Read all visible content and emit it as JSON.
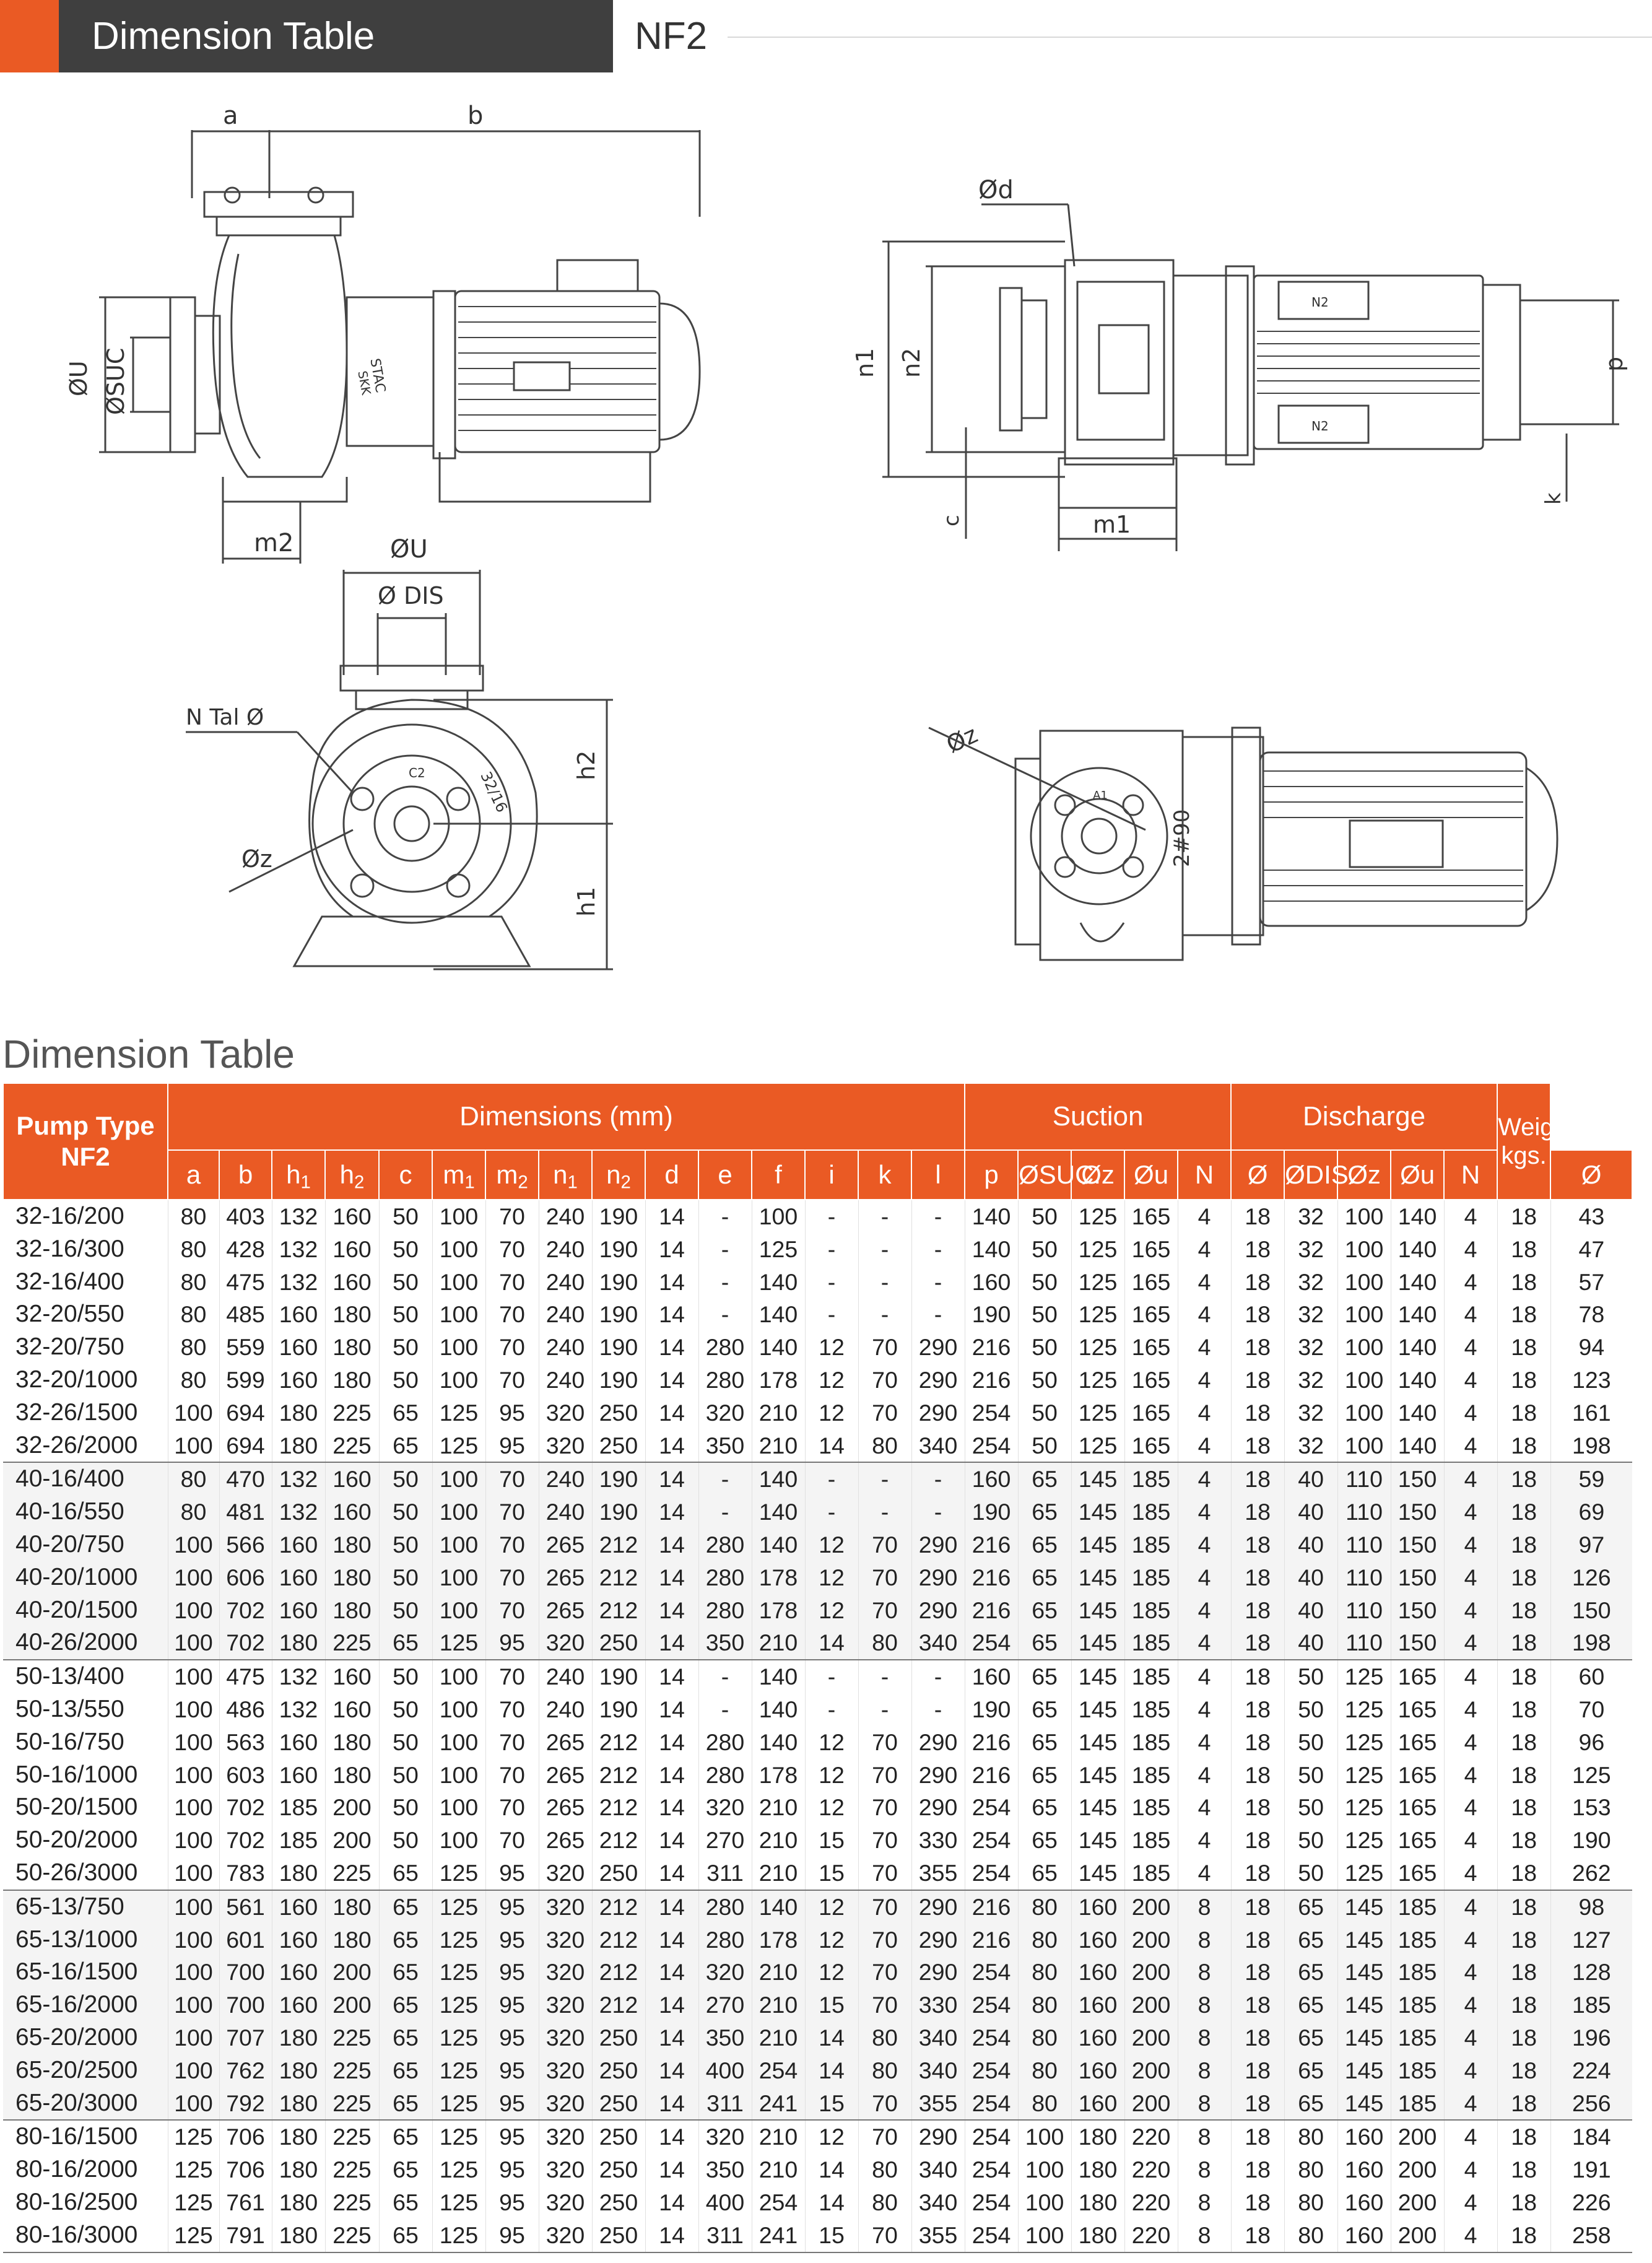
{
  "header": {
    "title": "Dimension Table",
    "model": "NF2"
  },
  "drawings": {
    "side_view": {
      "labels": [
        "a",
        "b",
        "ØU",
        "ØSUC",
        "m2",
        "STAC",
        "SKK"
      ]
    },
    "top_view": {
      "labels": [
        "Ød",
        "n1",
        "n2",
        "c",
        "m1",
        "p",
        "k",
        "N2",
        "N2"
      ]
    },
    "front_view": {
      "labels": [
        "ØU",
        "Ø DIS",
        "N Tal Ø",
        "Øz",
        "h2",
        "h1",
        "32/16",
        "C2"
      ]
    },
    "iso_view": {
      "labels": [
        "Øz",
        "2#90",
        "A1"
      ]
    }
  },
  "section_title": "Dimension Table",
  "table": {
    "pump_type_label": "Pump Type",
    "pump_type_model": "NF2",
    "group_dimensions": "Dimensions (mm)",
    "group_suction": "Suction",
    "group_discharge": "Discharge",
    "weight_label_1": "Weight",
    "weight_label_2": "kgs.",
    "col_a": "a",
    "col_b": "b",
    "col_h": "h",
    "col_h1_sub": "1",
    "col_h2_sub": "2",
    "col_c": "c",
    "col_m": "m",
    "col_m1_sub": "1",
    "col_m2_sub": "2",
    "col_n": "n",
    "col_n1_sub": "1",
    "col_n2_sub": "2",
    "col_d": "d",
    "col_e": "e",
    "col_f": "f",
    "col_i": "i",
    "col_k": "k",
    "col_l": "l",
    "col_p": "p",
    "col_suc": "ØSUC.",
    "col_z": "Øz",
    "col_u": "Øu",
    "col_N": "N",
    "col_o": "Ø",
    "col_dis": "ØDIS.",
    "rows": [
      [
        "32-16/200",
        "80",
        "403",
        "132",
        "160",
        "50",
        "100",
        "70",
        "240",
        "190",
        "14",
        "-",
        "100",
        "-",
        "-",
        "-",
        "140",
        "50",
        "125",
        "165",
        "4",
        "18",
        "32",
        "100",
        "140",
        "4",
        "18",
        "43"
      ],
      [
        "32-16/300",
        "80",
        "428",
        "132",
        "160",
        "50",
        "100",
        "70",
        "240",
        "190",
        "14",
        "-",
        "125",
        "-",
        "-",
        "-",
        "140",
        "50",
        "125",
        "165",
        "4",
        "18",
        "32",
        "100",
        "140",
        "4",
        "18",
        "47"
      ],
      [
        "32-16/400",
        "80",
        "475",
        "132",
        "160",
        "50",
        "100",
        "70",
        "240",
        "190",
        "14",
        "-",
        "140",
        "-",
        "-",
        "-",
        "160",
        "50",
        "125",
        "165",
        "4",
        "18",
        "32",
        "100",
        "140",
        "4",
        "18",
        "57"
      ],
      [
        "32-20/550",
        "80",
        "485",
        "160",
        "180",
        "50",
        "100",
        "70",
        "240",
        "190",
        "14",
        "-",
        "140",
        "-",
        "-",
        "-",
        "190",
        "50",
        "125",
        "165",
        "4",
        "18",
        "32",
        "100",
        "140",
        "4",
        "18",
        "78"
      ],
      [
        "32-20/750",
        "80",
        "559",
        "160",
        "180",
        "50",
        "100",
        "70",
        "240",
        "190",
        "14",
        "280",
        "140",
        "12",
        "70",
        "290",
        "216",
        "50",
        "125",
        "165",
        "4",
        "18",
        "32",
        "100",
        "140",
        "4",
        "18",
        "94"
      ],
      [
        "32-20/1000",
        "80",
        "599",
        "160",
        "180",
        "50",
        "100",
        "70",
        "240",
        "190",
        "14",
        "280",
        "178",
        "12",
        "70",
        "290",
        "216",
        "50",
        "125",
        "165",
        "4",
        "18",
        "32",
        "100",
        "140",
        "4",
        "18",
        "123"
      ],
      [
        "32-26/1500",
        "100",
        "694",
        "180",
        "225",
        "65",
        "125",
        "95",
        "320",
        "250",
        "14",
        "320",
        "210",
        "12",
        "70",
        "290",
        "254",
        "50",
        "125",
        "165",
        "4",
        "18",
        "32",
        "100",
        "140",
        "4",
        "18",
        "161"
      ],
      [
        "32-26/2000",
        "100",
        "694",
        "180",
        "225",
        "65",
        "125",
        "95",
        "320",
        "250",
        "14",
        "350",
        "210",
        "14",
        "80",
        "340",
        "254",
        "50",
        "125",
        "165",
        "4",
        "18",
        "32",
        "100",
        "140",
        "4",
        "18",
        "198"
      ],
      [
        "40-16/400",
        "80",
        "470",
        "132",
        "160",
        "50",
        "100",
        "70",
        "240",
        "190",
        "14",
        "-",
        "140",
        "-",
        "-",
        "-",
        "160",
        "65",
        "145",
        "185",
        "4",
        "18",
        "40",
        "110",
        "150",
        "4",
        "18",
        "59"
      ],
      [
        "40-16/550",
        "80",
        "481",
        "132",
        "160",
        "50",
        "100",
        "70",
        "240",
        "190",
        "14",
        "-",
        "140",
        "-",
        "-",
        "-",
        "190",
        "65",
        "145",
        "185",
        "4",
        "18",
        "40",
        "110",
        "150",
        "4",
        "18",
        "69"
      ],
      [
        "40-20/750",
        "100",
        "566",
        "160",
        "180",
        "50",
        "100",
        "70",
        "265",
        "212",
        "14",
        "280",
        "140",
        "12",
        "70",
        "290",
        "216",
        "65",
        "145",
        "185",
        "4",
        "18",
        "40",
        "110",
        "150",
        "4",
        "18",
        "97"
      ],
      [
        "40-20/1000",
        "100",
        "606",
        "160",
        "180",
        "50",
        "100",
        "70",
        "265",
        "212",
        "14",
        "280",
        "178",
        "12",
        "70",
        "290",
        "216",
        "65",
        "145",
        "185",
        "4",
        "18",
        "40",
        "110",
        "150",
        "4",
        "18",
        "126"
      ],
      [
        "40-20/1500",
        "100",
        "702",
        "160",
        "180",
        "50",
        "100",
        "70",
        "265",
        "212",
        "14",
        "280",
        "178",
        "12",
        "70",
        "290",
        "216",
        "65",
        "145",
        "185",
        "4",
        "18",
        "40",
        "110",
        "150",
        "4",
        "18",
        "150"
      ],
      [
        "40-26/2000",
        "100",
        "702",
        "180",
        "225",
        "65",
        "125",
        "95",
        "320",
        "250",
        "14",
        "350",
        "210",
        "14",
        "80",
        "340",
        "254",
        "65",
        "145",
        "185",
        "4",
        "18",
        "40",
        "110",
        "150",
        "4",
        "18",
        "198"
      ],
      [
        "50-13/400",
        "100",
        "475",
        "132",
        "160",
        "50",
        "100",
        "70",
        "240",
        "190",
        "14",
        "-",
        "140",
        "-",
        "-",
        "-",
        "160",
        "65",
        "145",
        "185",
        "4",
        "18",
        "50",
        "125",
        "165",
        "4",
        "18",
        "60"
      ],
      [
        "50-13/550",
        "100",
        "486",
        "132",
        "160",
        "50",
        "100",
        "70",
        "240",
        "190",
        "14",
        "-",
        "140",
        "-",
        "-",
        "-",
        "190",
        "65",
        "145",
        "185",
        "4",
        "18",
        "50",
        "125",
        "165",
        "4",
        "18",
        "70"
      ],
      [
        "50-16/750",
        "100",
        "563",
        "160",
        "180",
        "50",
        "100",
        "70",
        "265",
        "212",
        "14",
        "280",
        "140",
        "12",
        "70",
        "290",
        "216",
        "65",
        "145",
        "185",
        "4",
        "18",
        "50",
        "125",
        "165",
        "4",
        "18",
        "96"
      ],
      [
        "50-16/1000",
        "100",
        "603",
        "160",
        "180",
        "50",
        "100",
        "70",
        "265",
        "212",
        "14",
        "280",
        "178",
        "12",
        "70",
        "290",
        "216",
        "65",
        "145",
        "185",
        "4",
        "18",
        "50",
        "125",
        "165",
        "4",
        "18",
        "125"
      ],
      [
        "50-20/1500",
        "100",
        "702",
        "185",
        "200",
        "50",
        "100",
        "70",
        "265",
        "212",
        "14",
        "320",
        "210",
        "12",
        "70",
        "290",
        "254",
        "65",
        "145",
        "185",
        "4",
        "18",
        "50",
        "125",
        "165",
        "4",
        "18",
        "153"
      ],
      [
        "50-20/2000",
        "100",
        "702",
        "185",
        "200",
        "50",
        "100",
        "70",
        "265",
        "212",
        "14",
        "270",
        "210",
        "15",
        "70",
        "330",
        "254",
        "65",
        "145",
        "185",
        "4",
        "18",
        "50",
        "125",
        "165",
        "4",
        "18",
        "190"
      ],
      [
        "50-26/3000",
        "100",
        "783",
        "180",
        "225",
        "65",
        "125",
        "95",
        "320",
        "250",
        "14",
        "311",
        "210",
        "15",
        "70",
        "355",
        "254",
        "65",
        "145",
        "185",
        "4",
        "18",
        "50",
        "125",
        "165",
        "4",
        "18",
        "262"
      ],
      [
        "65-13/750",
        "100",
        "561",
        "160",
        "180",
        "65",
        "125",
        "95",
        "320",
        "212",
        "14",
        "280",
        "140",
        "12",
        "70",
        "290",
        "216",
        "80",
        "160",
        "200",
        "8",
        "18",
        "65",
        "145",
        "185",
        "4",
        "18",
        "98"
      ],
      [
        "65-13/1000",
        "100",
        "601",
        "160",
        "180",
        "65",
        "125",
        "95",
        "320",
        "212",
        "14",
        "280",
        "178",
        "12",
        "70",
        "290",
        "216",
        "80",
        "160",
        "200",
        "8",
        "18",
        "65",
        "145",
        "185",
        "4",
        "18",
        "127"
      ],
      [
        "65-16/1500",
        "100",
        "700",
        "160",
        "200",
        "65",
        "125",
        "95",
        "320",
        "212",
        "14",
        "320",
        "210",
        "12",
        "70",
        "290",
        "254",
        "80",
        "160",
        "200",
        "8",
        "18",
        "65",
        "145",
        "185",
        "4",
        "18",
        "128"
      ],
      [
        "65-16/2000",
        "100",
        "700",
        "160",
        "200",
        "65",
        "125",
        "95",
        "320",
        "212",
        "14",
        "270",
        "210",
        "15",
        "70",
        "330",
        "254",
        "80",
        "160",
        "200",
        "8",
        "18",
        "65",
        "145",
        "185",
        "4",
        "18",
        "185"
      ],
      [
        "65-20/2000",
        "100",
        "707",
        "180",
        "225",
        "65",
        "125",
        "95",
        "320",
        "250",
        "14",
        "350",
        "210",
        "14",
        "80",
        "340",
        "254",
        "80",
        "160",
        "200",
        "8",
        "18",
        "65",
        "145",
        "185",
        "4",
        "18",
        "196"
      ],
      [
        "65-20/2500",
        "100",
        "762",
        "180",
        "225",
        "65",
        "125",
        "95",
        "320",
        "250",
        "14",
        "400",
        "254",
        "14",
        "80",
        "340",
        "254",
        "80",
        "160",
        "200",
        "8",
        "18",
        "65",
        "145",
        "185",
        "4",
        "18",
        "224"
      ],
      [
        "65-20/3000",
        "100",
        "792",
        "180",
        "225",
        "65",
        "125",
        "95",
        "320",
        "250",
        "14",
        "311",
        "241",
        "15",
        "70",
        "355",
        "254",
        "80",
        "160",
        "200",
        "8",
        "18",
        "65",
        "145",
        "185",
        "4",
        "18",
        "256"
      ],
      [
        "80-16/1500",
        "125",
        "706",
        "180",
        "225",
        "65",
        "125",
        "95",
        "320",
        "250",
        "14",
        "320",
        "210",
        "12",
        "70",
        "290",
        "254",
        "100",
        "180",
        "220",
        "8",
        "18",
        "80",
        "160",
        "200",
        "4",
        "18",
        "184"
      ],
      [
        "80-16/2000",
        "125",
        "706",
        "180",
        "225",
        "65",
        "125",
        "95",
        "320",
        "250",
        "14",
        "350",
        "210",
        "14",
        "80",
        "340",
        "254",
        "100",
        "180",
        "220",
        "8",
        "18",
        "80",
        "160",
        "200",
        "4",
        "18",
        "191"
      ],
      [
        "80-16/2500",
        "125",
        "761",
        "180",
        "225",
        "65",
        "125",
        "95",
        "320",
        "250",
        "14",
        "400",
        "254",
        "14",
        "80",
        "340",
        "254",
        "100",
        "180",
        "220",
        "8",
        "18",
        "80",
        "160",
        "200",
        "4",
        "18",
        "226"
      ],
      [
        "80-16/3000",
        "125",
        "791",
        "180",
        "225",
        "65",
        "125",
        "95",
        "320",
        "250",
        "14",
        "311",
        "241",
        "15",
        "70",
        "355",
        "254",
        "100",
        "180",
        "220",
        "8",
        "18",
        "80",
        "160",
        "200",
        "4",
        "18",
        "258"
      ]
    ],
    "row_groups": [
      1,
      1,
      1,
      1,
      1,
      1,
      1,
      1,
      2,
      2,
      2,
      2,
      2,
      2,
      3,
      3,
      3,
      3,
      3,
      3,
      3,
      4,
      4,
      4,
      4,
      4,
      4,
      4,
      5,
      5,
      5,
      5
    ]
  }
}
